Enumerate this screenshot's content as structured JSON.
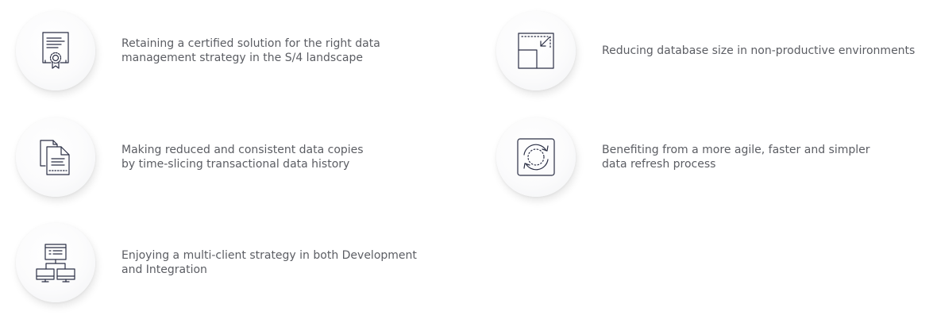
{
  "benefits": [
    {
      "icon": "certificate-icon",
      "lines": [
        "Retaining a certified solution for the right data",
        "management strategy in the S/4 landscape"
      ]
    },
    {
      "icon": "shrink-size-icon",
      "lines": [
        "Reducing database size in non-productive environments"
      ]
    },
    {
      "icon": "document-copies-icon",
      "lines": [
        "Making reduced and consistent data copies",
        "by time-slicing transactional data history"
      ]
    },
    {
      "icon": "refresh-icon",
      "lines": [
        "Benefiting from a more agile, faster and simpler",
        "data refresh process"
      ]
    },
    {
      "icon": "multi-client-network-icon",
      "lines": [
        "Enjoying a multi-client strategy in both Development",
        "and Integration"
      ]
    }
  ],
  "colors": {
    "icon_stroke": "#2b2f45",
    "text": "#5b5d63"
  }
}
